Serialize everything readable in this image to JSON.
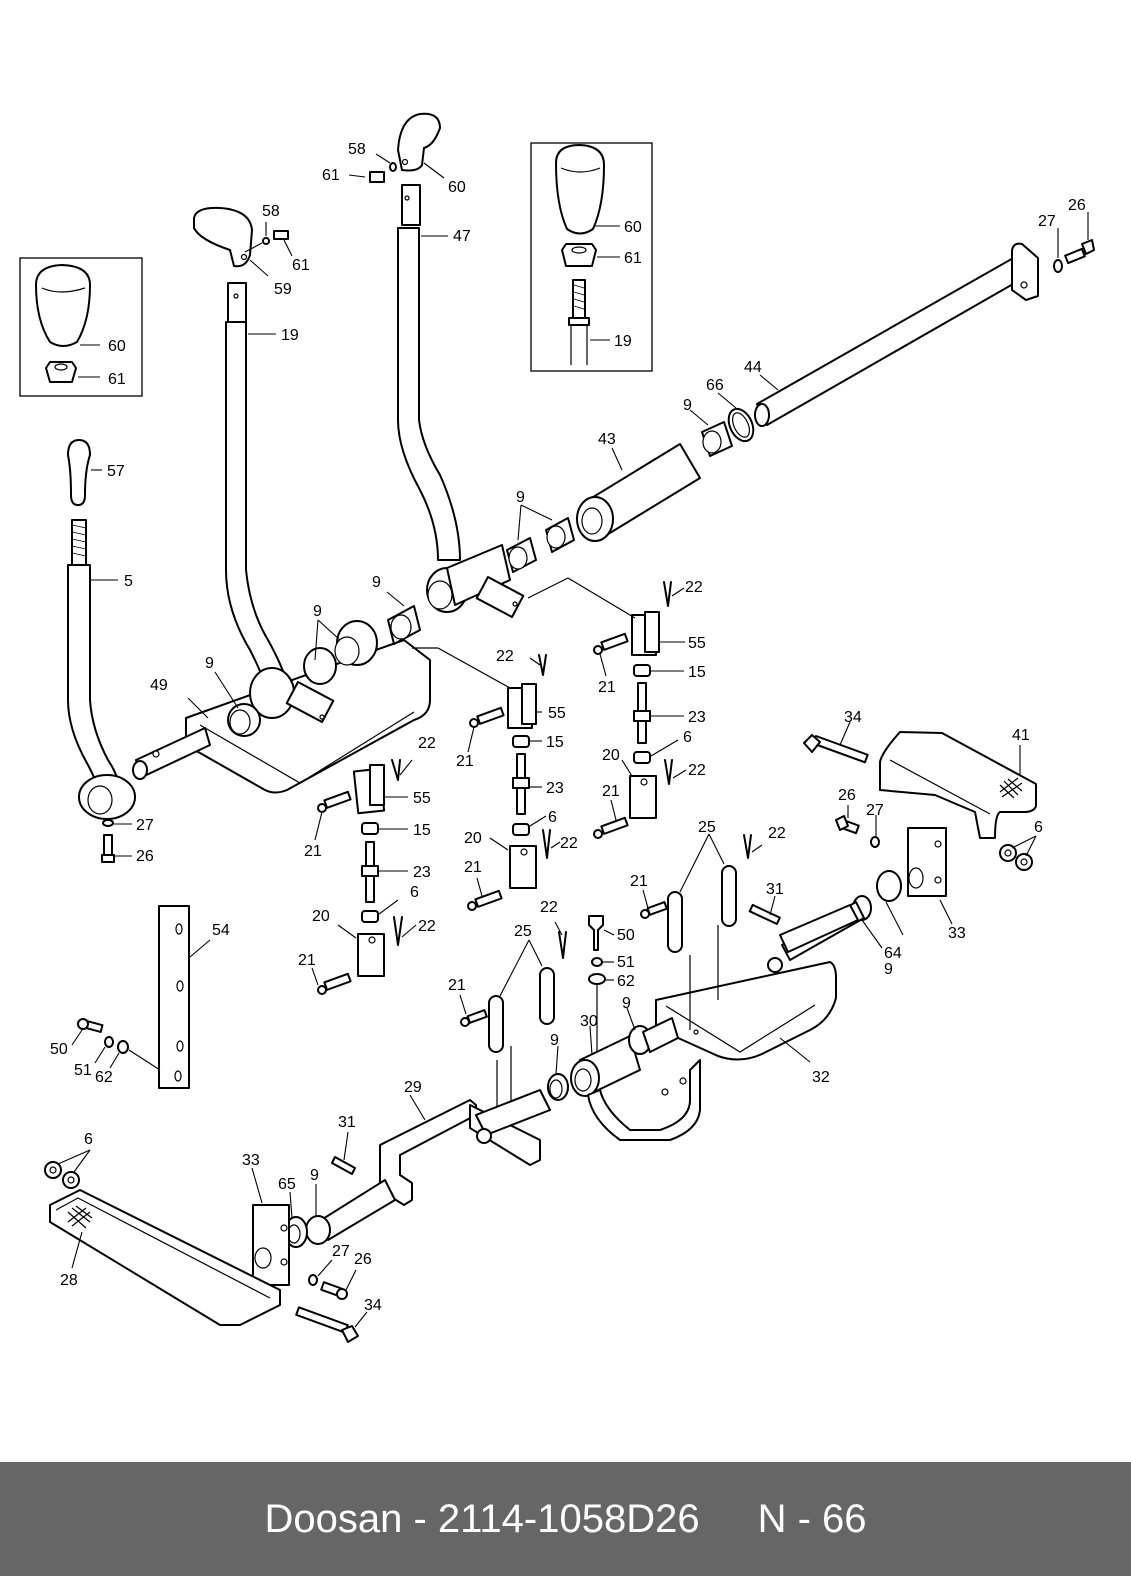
{
  "footer": {
    "brand_part": "Doosan - 2114-1058D26",
    "page": "N - 66",
    "background_color": "#666666",
    "text_color": "#ffffff"
  },
  "callouts": [
    {
      "id": "c1",
      "text": "58"
    },
    {
      "id": "c2",
      "text": "61"
    },
    {
      "id": "c3",
      "text": "60"
    },
    {
      "id": "c4",
      "text": "47"
    },
    {
      "id": "c5",
      "text": "58"
    },
    {
      "id": "c6",
      "text": "61"
    },
    {
      "id": "c7",
      "text": "59"
    },
    {
      "id": "c8",
      "text": "19"
    },
    {
      "id": "c9",
      "text": "60"
    },
    {
      "id": "c10",
      "text": "61"
    },
    {
      "id": "c11",
      "text": "57"
    },
    {
      "id": "c12",
      "text": "5"
    },
    {
      "id": "c13",
      "text": "60"
    },
    {
      "id": "c14",
      "text": "61"
    },
    {
      "id": "c15",
      "text": "19"
    },
    {
      "id": "c16",
      "text": "27"
    },
    {
      "id": "c17",
      "text": "26"
    },
    {
      "id": "c18",
      "text": "44"
    },
    {
      "id": "c19",
      "text": "66"
    },
    {
      "id": "c20",
      "text": "9"
    },
    {
      "id": "c21",
      "text": "43"
    },
    {
      "id": "c22",
      "text": "9"
    },
    {
      "id": "c23",
      "text": "9"
    },
    {
      "id": "c24",
      "text": "9"
    },
    {
      "id": "c25",
      "text": "9"
    },
    {
      "id": "c26",
      "text": "49"
    },
    {
      "id": "c27",
      "text": "27"
    },
    {
      "id": "c28",
      "text": "26"
    },
    {
      "id": "c29",
      "text": "22"
    },
    {
      "id": "c30",
      "text": "55"
    },
    {
      "id": "c31",
      "text": "21"
    },
    {
      "id": "c32",
      "text": "15"
    },
    {
      "id": "c33",
      "text": "23"
    },
    {
      "id": "c34",
      "text": "6"
    },
    {
      "id": "c35",
      "text": "20"
    },
    {
      "id": "c36",
      "text": "22"
    },
    {
      "id": "c37",
      "text": "21"
    },
    {
      "id": "c38",
      "text": "22"
    },
    {
      "id": "c39",
      "text": "55"
    },
    {
      "id": "c40",
      "text": "21"
    },
    {
      "id": "c41",
      "text": "15"
    },
    {
      "id": "c42",
      "text": "23"
    },
    {
      "id": "c43",
      "text": "6"
    },
    {
      "id": "c44",
      "text": "20"
    },
    {
      "id": "c45",
      "text": "22"
    },
    {
      "id": "c46",
      "text": "21"
    },
    {
      "id": "c47",
      "text": "22"
    },
    {
      "id": "c48",
      "text": "55"
    },
    {
      "id": "c49",
      "text": "21"
    },
    {
      "id": "c50",
      "text": "15"
    },
    {
      "id": "c51",
      "text": "23"
    },
    {
      "id": "c52",
      "text": "6"
    },
    {
      "id": "c53",
      "text": "20"
    },
    {
      "id": "c54",
      "text": "22"
    },
    {
      "id": "c55",
      "text": "21"
    },
    {
      "id": "c56",
      "text": "34"
    },
    {
      "id": "c57",
      "text": "41"
    },
    {
      "id": "c58",
      "text": "26"
    },
    {
      "id": "c59",
      "text": "27"
    },
    {
      "id": "c60",
      "text": "6"
    },
    {
      "id": "c61",
      "text": "25"
    },
    {
      "id": "c62",
      "text": "22"
    },
    {
      "id": "c63",
      "text": "21"
    },
    {
      "id": "c64",
      "text": "31"
    },
    {
      "id": "c65",
      "text": "33"
    },
    {
      "id": "c66",
      "text": "64"
    },
    {
      "id": "c67",
      "text": "9"
    },
    {
      "id": "c68",
      "text": "54"
    },
    {
      "id": "c69",
      "text": "50"
    },
    {
      "id": "c70",
      "text": "51"
    },
    {
      "id": "c71",
      "text": "62"
    },
    {
      "id": "c72",
      "text": "25"
    },
    {
      "id": "c73",
      "text": "22"
    },
    {
      "id": "c74",
      "text": "21"
    },
    {
      "id": "c75",
      "text": "50"
    },
    {
      "id": "c76",
      "text": "51"
    },
    {
      "id": "c77",
      "text": "62"
    },
    {
      "id": "c78",
      "text": "9"
    },
    {
      "id": "c79",
      "text": "30"
    },
    {
      "id": "c80",
      "text": "9"
    },
    {
      "id": "c81",
      "text": "32"
    },
    {
      "id": "c82",
      "text": "29"
    },
    {
      "id": "c83",
      "text": "31"
    },
    {
      "id": "c84",
      "text": "6"
    },
    {
      "id": "c85",
      "text": "33"
    },
    {
      "id": "c86",
      "text": "65"
    },
    {
      "id": "c87",
      "text": "9"
    },
    {
      "id": "c88",
      "text": "27"
    },
    {
      "id": "c89",
      "text": "26"
    },
    {
      "id": "c90",
      "text": "28"
    },
    {
      "id": "c91",
      "text": "34"
    }
  ]
}
